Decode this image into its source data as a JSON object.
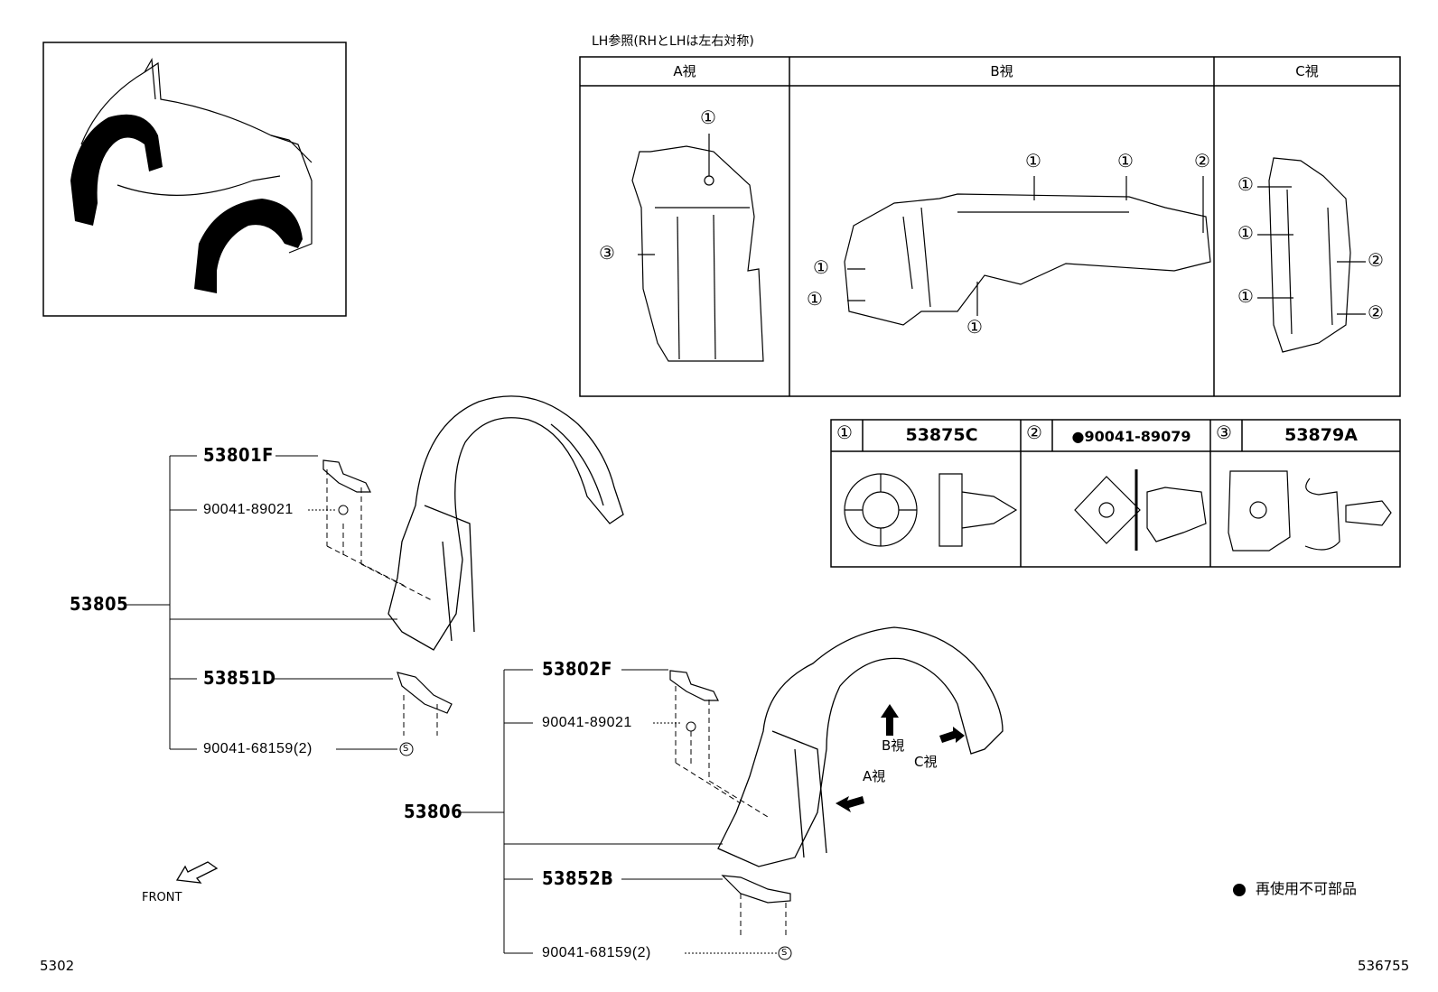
{
  "view_note": "LH参照(RHとLHは左右対称)",
  "view_headers": [
    "A視",
    "B視",
    "C視"
  ],
  "legend": [
    {
      "num": "①",
      "code": "53875C"
    },
    {
      "num": "②",
      "code": "●90041-89079"
    },
    {
      "num": "③",
      "code": "53879A"
    }
  ],
  "parts_lh": {
    "assembly": "53805",
    "items": [
      "53801F",
      "90041-89021",
      "53851D",
      "90041-68159(2)"
    ]
  },
  "parts_rh": {
    "assembly": "53806",
    "items": [
      "53802F",
      "90041-89021",
      "53852B",
      "90041-68159(2)"
    ]
  },
  "arrows": {
    "b": "B視",
    "a": "A視",
    "c": "C視"
  },
  "front_label": "FRONT",
  "nonreusable_note": "再使用不可部品",
  "page_code": "5302",
  "drawing_no": "536755",
  "callouts": {
    "a": [
      "①",
      "③"
    ],
    "b": [
      "①",
      "①",
      "②",
      "①",
      "①",
      "①"
    ],
    "c": [
      "①",
      "①",
      "①",
      "②",
      "②"
    ]
  },
  "screw_symbol": "S"
}
